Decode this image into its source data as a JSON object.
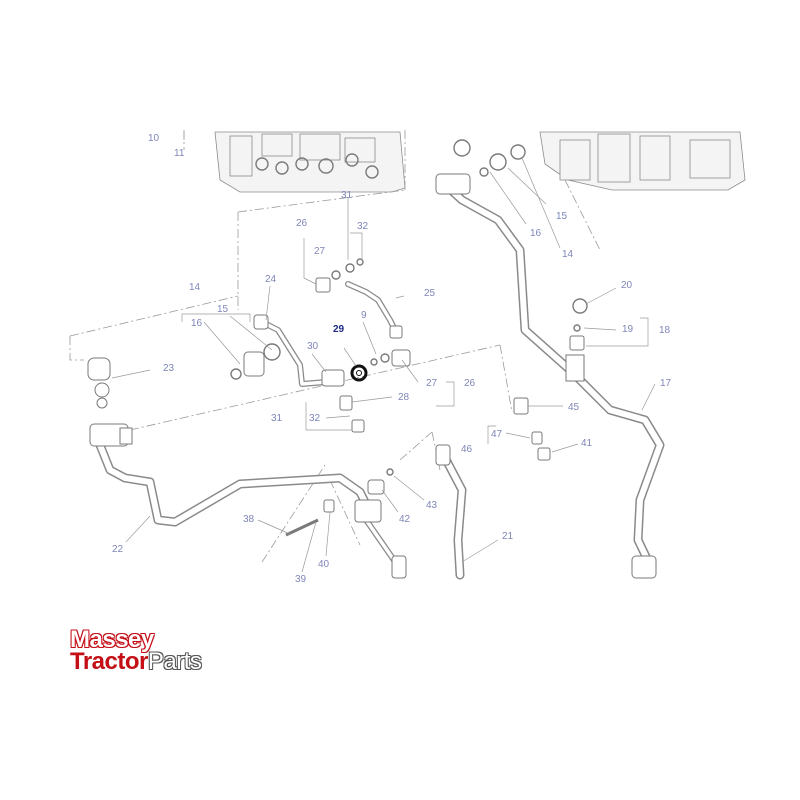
{
  "diagram": {
    "highlighted_part": "29",
    "labels": {
      "p10": "10",
      "p11": "11",
      "p31a": "31",
      "p32a": "32",
      "p26a": "26",
      "p27a": "27",
      "p24": "24",
      "p25": "25",
      "p14a": "14",
      "p15a": "15",
      "p16a": "16",
      "p9": "9",
      "p29": "29",
      "p30": "30",
      "p23": "23",
      "p27b": "27",
      "p26b": "26",
      "p28": "28",
      "p31b": "31",
      "p32b": "32",
      "p15b": "15",
      "p16b": "16",
      "p14b": "14",
      "p20": "20",
      "p19": "19",
      "p18": "18",
      "p17": "17",
      "p45": "45",
      "p47": "47",
      "p46": "46",
      "p41": "41",
      "p43": "43",
      "p42": "42",
      "p38": "38",
      "p40": "40",
      "p39": "39",
      "p21": "21",
      "p22": "22"
    }
  },
  "logo": {
    "line1": "Massey",
    "line2_brand": "Tractor",
    "line2_suffix": "Parts"
  },
  "colors": {
    "label": "#7f86b8",
    "highlight": "#1f2a80",
    "brand_red": "#c40f16"
  }
}
